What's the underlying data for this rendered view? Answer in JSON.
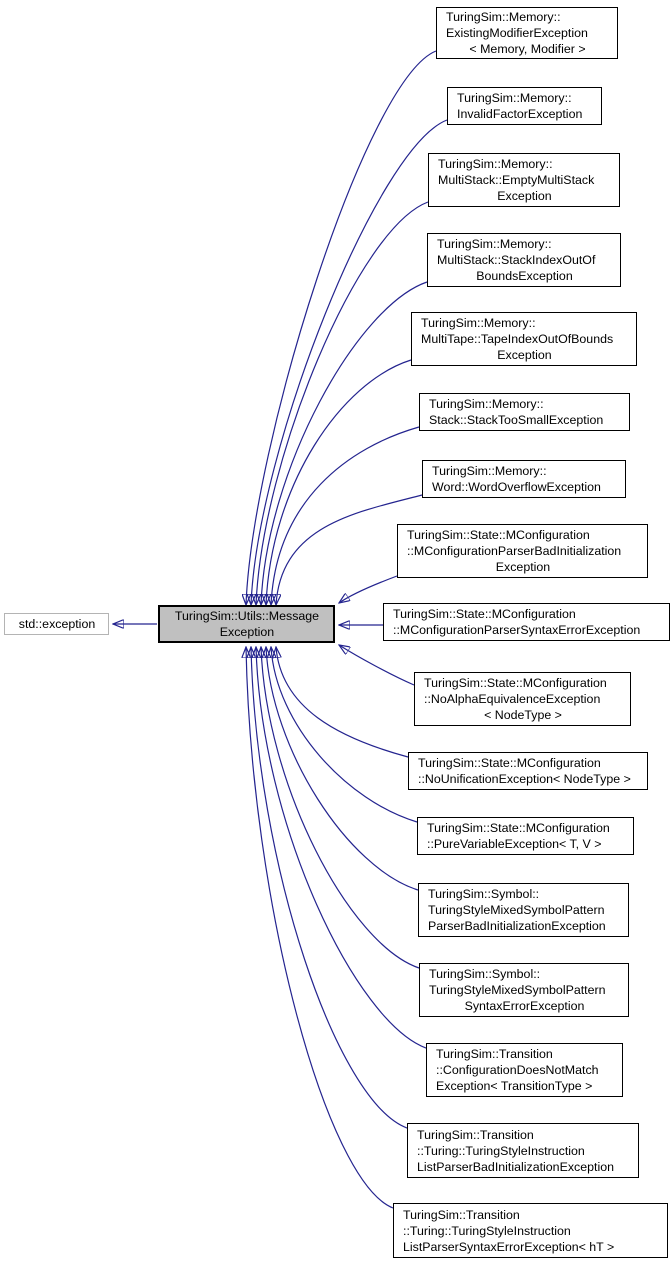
{
  "colors": {
    "edge_arrow": "#24248f",
    "central_node_fill": "#c0c0c0",
    "node_border": "#000000",
    "external_node_border": "#b4b4b4",
    "background": "#ffffff"
  },
  "nodes": {
    "external": {
      "line1": "std::exception"
    },
    "central": {
      "line1": "TuringSim::Utils::Message",
      "line2": "Exception"
    },
    "derived": [
      {
        "line1": "TuringSim::Memory::",
        "line2": "ExistingModifierException",
        "line3": "< Memory, Modifier >"
      },
      {
        "line1": "TuringSim::Memory::",
        "line2": "InvalidFactorException"
      },
      {
        "line1": "TuringSim::Memory::",
        "line2": "MultiStack::EmptyMultiStack",
        "line3": "Exception"
      },
      {
        "line1": "TuringSim::Memory::",
        "line2": "MultiStack::StackIndexOutOf",
        "line3": "BoundsException"
      },
      {
        "line1": "TuringSim::Memory::",
        "line2": "MultiTape::TapeIndexOutOfBounds",
        "line3": "Exception"
      },
      {
        "line1": "TuringSim::Memory::",
        "line2": "Stack::StackTooSmallException"
      },
      {
        "line1": "TuringSim::Memory::",
        "line2": "Word::WordOverflowException"
      },
      {
        "line1": "TuringSim::State::MConfiguration",
        "line2": "::MConfigurationParserBadInitialization",
        "line3": "Exception"
      },
      {
        "line1": "TuringSim::State::MConfiguration",
        "line2": "::MConfigurationParserSyntaxErrorException"
      },
      {
        "line1": "TuringSim::State::MConfiguration",
        "line2": "::NoAlphaEquivalenceException",
        "line3": "< NodeType >"
      },
      {
        "line1": "TuringSim::State::MConfiguration",
        "line2": "::NoUnificationException< NodeType >"
      },
      {
        "line1": "TuringSim::State::MConfiguration",
        "line2": "::PureVariableException< T, V >"
      },
      {
        "line1": "TuringSim::Symbol::",
        "line2": "TuringStyleMixedSymbolPattern",
        "line3": "ParserBadInitializationException"
      },
      {
        "line1": "TuringSim::Symbol::",
        "line2": "TuringStyleMixedSymbolPattern",
        "line3": "SyntaxErrorException"
      },
      {
        "line1": "TuringSim::Transition",
        "line2": "::ConfigurationDoesNotMatch",
        "line3": "Exception< TransitionType >"
      },
      {
        "line1": "TuringSim::Transition",
        "line2": "::Turing::TuringStyleInstruction",
        "line3": "ListParserBadInitializationException"
      },
      {
        "line1": "TuringSim::Transition",
        "line2": "::Turing::TuringStyleInstruction",
        "line3": "ListParserSyntaxErrorException< hT >"
      }
    ]
  }
}
